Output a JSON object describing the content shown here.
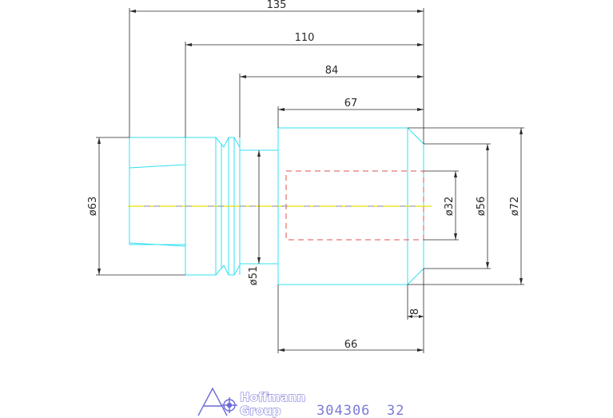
{
  "colors": {
    "outline": "#33e0f0",
    "dimension": "#2a2a2a",
    "centerline_dark": "#8a8a8a",
    "centerline_light": "#e8e000",
    "hidden": "#e05050",
    "brand": "#6a6ad8"
  },
  "dimensions": {
    "d135": "135",
    "d110": "110",
    "d84": "84",
    "d67": "67",
    "d66": "66",
    "d8": "8",
    "dia63": "ø63",
    "dia51": "ø51",
    "dia32": "ø32",
    "dia56": "ø56",
    "dia72": "ø72"
  },
  "title_block": {
    "brand_line1": "Hoffmann",
    "brand_line2": "Group",
    "logo_icon": "hoffmann-logo-icon",
    "part_number": "304306",
    "size": "32"
  }
}
